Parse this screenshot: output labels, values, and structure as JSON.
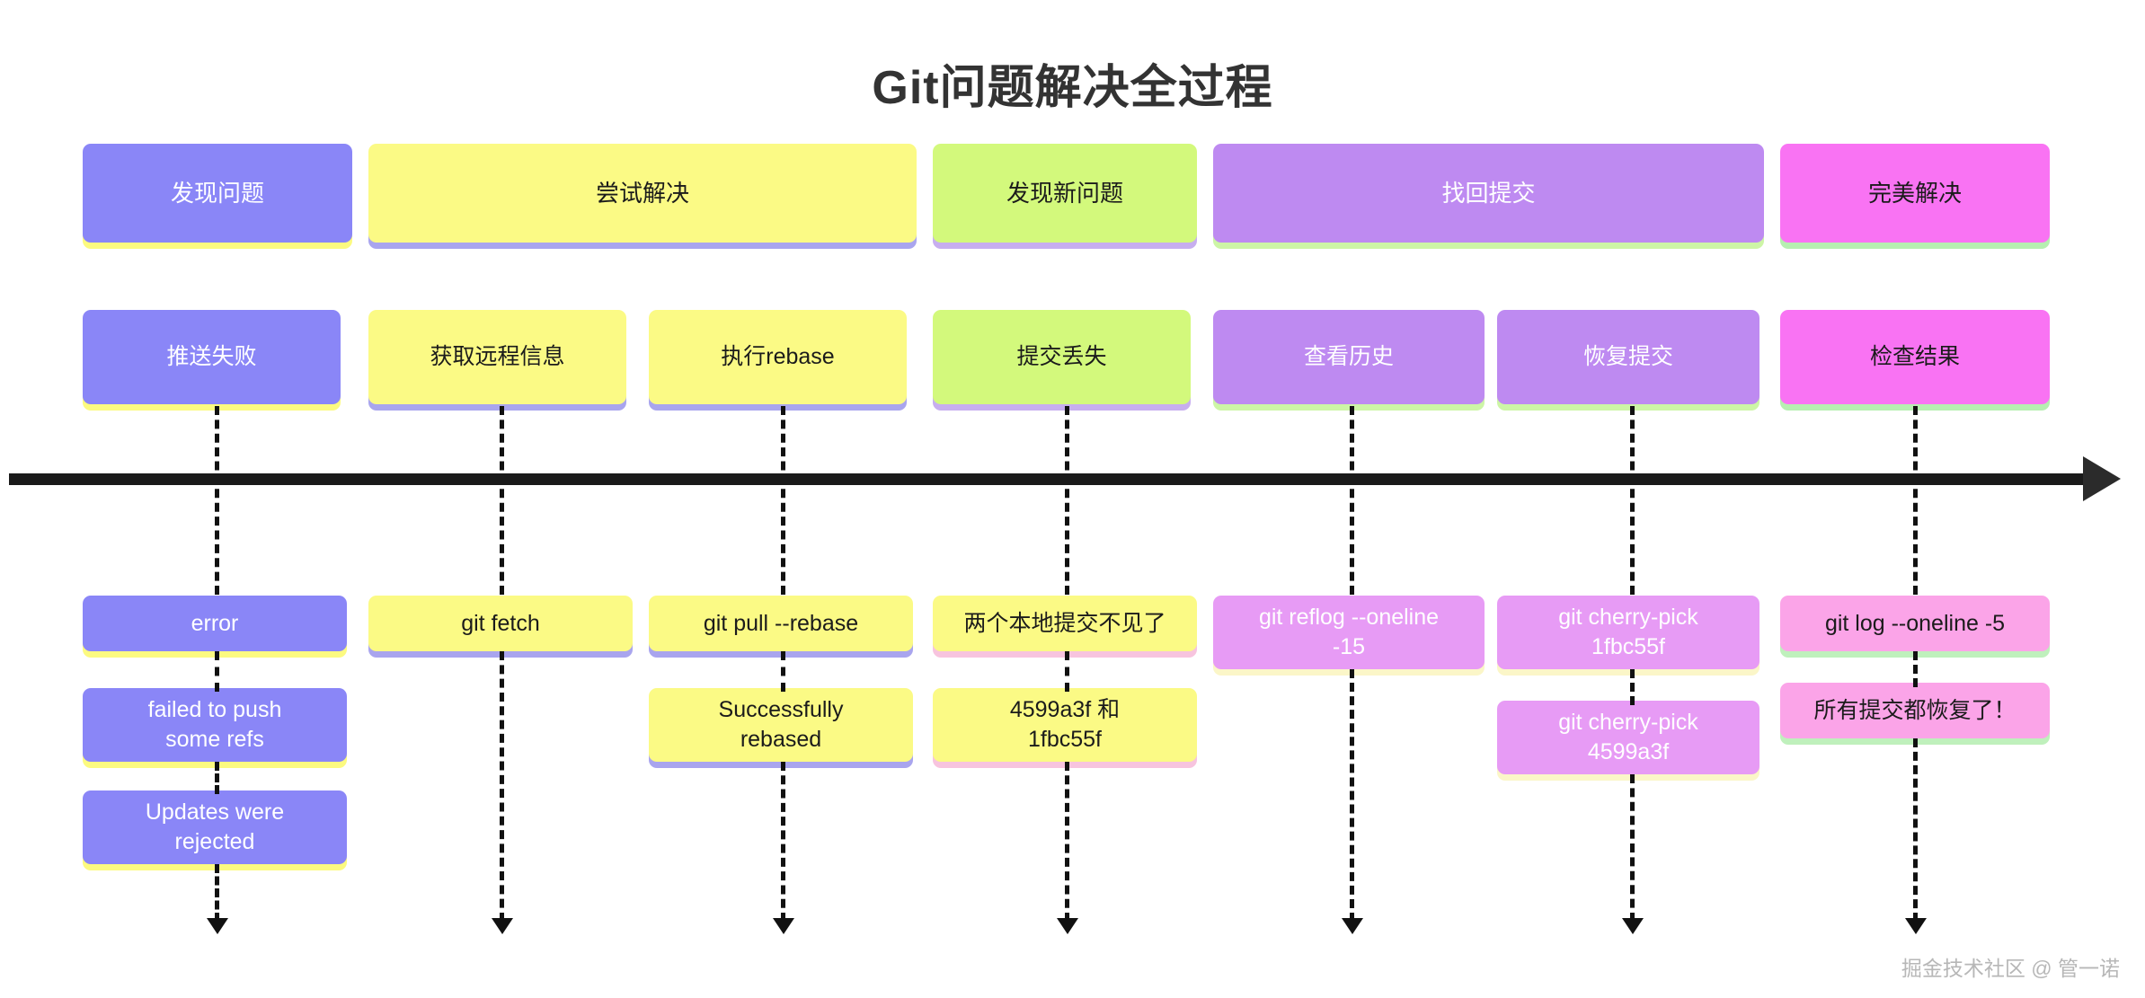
{
  "title": "Git问题解决全过程",
  "watermark": "掘金技术社区 @ 管一诺",
  "colors": {
    "purple": "#8A86F7",
    "yellow": "#FBFA85",
    "green": "#D3F97C",
    "violet": "#BE8AF1",
    "magenta": "#F973F3",
    "orchid": "#E79BF5",
    "pinkish": "#FBA4E8",
    "axis": "#1a1a1a",
    "title_text": "#333333",
    "watermark_text": "#b7b7b7"
  },
  "phases": [
    {
      "label": "发现问题",
      "color": "purple"
    },
    {
      "label": "尝试解决",
      "color": "yellow"
    },
    {
      "label": "发现新问题",
      "color": "green"
    },
    {
      "label": "找回提交",
      "color": "violet"
    },
    {
      "label": "完美解决",
      "color": "magenta"
    }
  ],
  "steps": [
    {
      "label": "推送失败",
      "color": "purple"
    },
    {
      "label": "获取远程信息",
      "color": "yellow"
    },
    {
      "label": "执行rebase",
      "color": "yellow"
    },
    {
      "label": "提交丢失",
      "color": "green"
    },
    {
      "label": "查看历史",
      "color": "violet"
    },
    {
      "label": "恢复提交",
      "color": "violet"
    },
    {
      "label": "检查结果",
      "color": "magenta"
    }
  ],
  "details": [
    {
      "column": 1,
      "items": [
        "error",
        "failed to push\nsome refs",
        "Updates were\nrejected"
      ]
    },
    {
      "column": 2,
      "items": [
        "git fetch"
      ]
    },
    {
      "column": 3,
      "items": [
        "git pull --rebase",
        "Successfully\nrebased"
      ]
    },
    {
      "column": 4,
      "items": [
        "两个本地提交不见了",
        "4599a3f 和\n1fbc55f"
      ]
    },
    {
      "column": 5,
      "items": [
        "git reflog --oneline\n-15"
      ]
    },
    {
      "column": 6,
      "items": [
        "git cherry-pick\n1fbc55f",
        "git cherry-pick\n4599a3f"
      ]
    },
    {
      "column": 7,
      "items": [
        "git log --oneline -5",
        "所有提交都恢复了！"
      ]
    }
  ],
  "detail_flat": {
    "d1_1": "error",
    "d1_2": "failed to push\nsome refs",
    "d1_3": "Updates were\nrejected",
    "d2_1": "git fetch",
    "d3_1": "git pull --rebase",
    "d3_2": "Successfully\nrebased",
    "d4_1": "两个本地提交不见了",
    "d4_2": "4599a3f 和\n1fbc55f",
    "d5_1": "git reflog --oneline\n-15",
    "d6_1": "git cherry-pick\n1fbc55f",
    "d6_2": "git cherry-pick\n4599a3f",
    "d7_1": "git log --oneline -5",
    "d7_2": "所有提交都恢复了！"
  },
  "chart_data": {
    "type": "table",
    "title": "Git问题解决全过程",
    "description": "横向时间轴流程图：5个阶段、7个步骤、13个细节卡片",
    "phases": [
      "发现问题",
      "尝试解决",
      "发现新问题",
      "找回提交",
      "完美解决"
    ],
    "steps": [
      "推送失败",
      "获取远程信息",
      "执行rebase",
      "提交丢失",
      "查看历史",
      "恢复提交",
      "检查结果"
    ],
    "details": [
      [
        "error",
        "failed to push some refs",
        "Updates were rejected"
      ],
      [
        "git fetch"
      ],
      [
        "git pull --rebase",
        "Successfully rebased"
      ],
      [
        "两个本地提交不见了",
        "4599a3f 和 1fbc55f"
      ],
      [
        "git reflog --oneline -15"
      ],
      [
        "git cherry-pick 1fbc55f",
        "git cherry-pick 4599a3f"
      ],
      [
        "git log --oneline -5",
        "所有提交都恢复了！"
      ]
    ]
  }
}
